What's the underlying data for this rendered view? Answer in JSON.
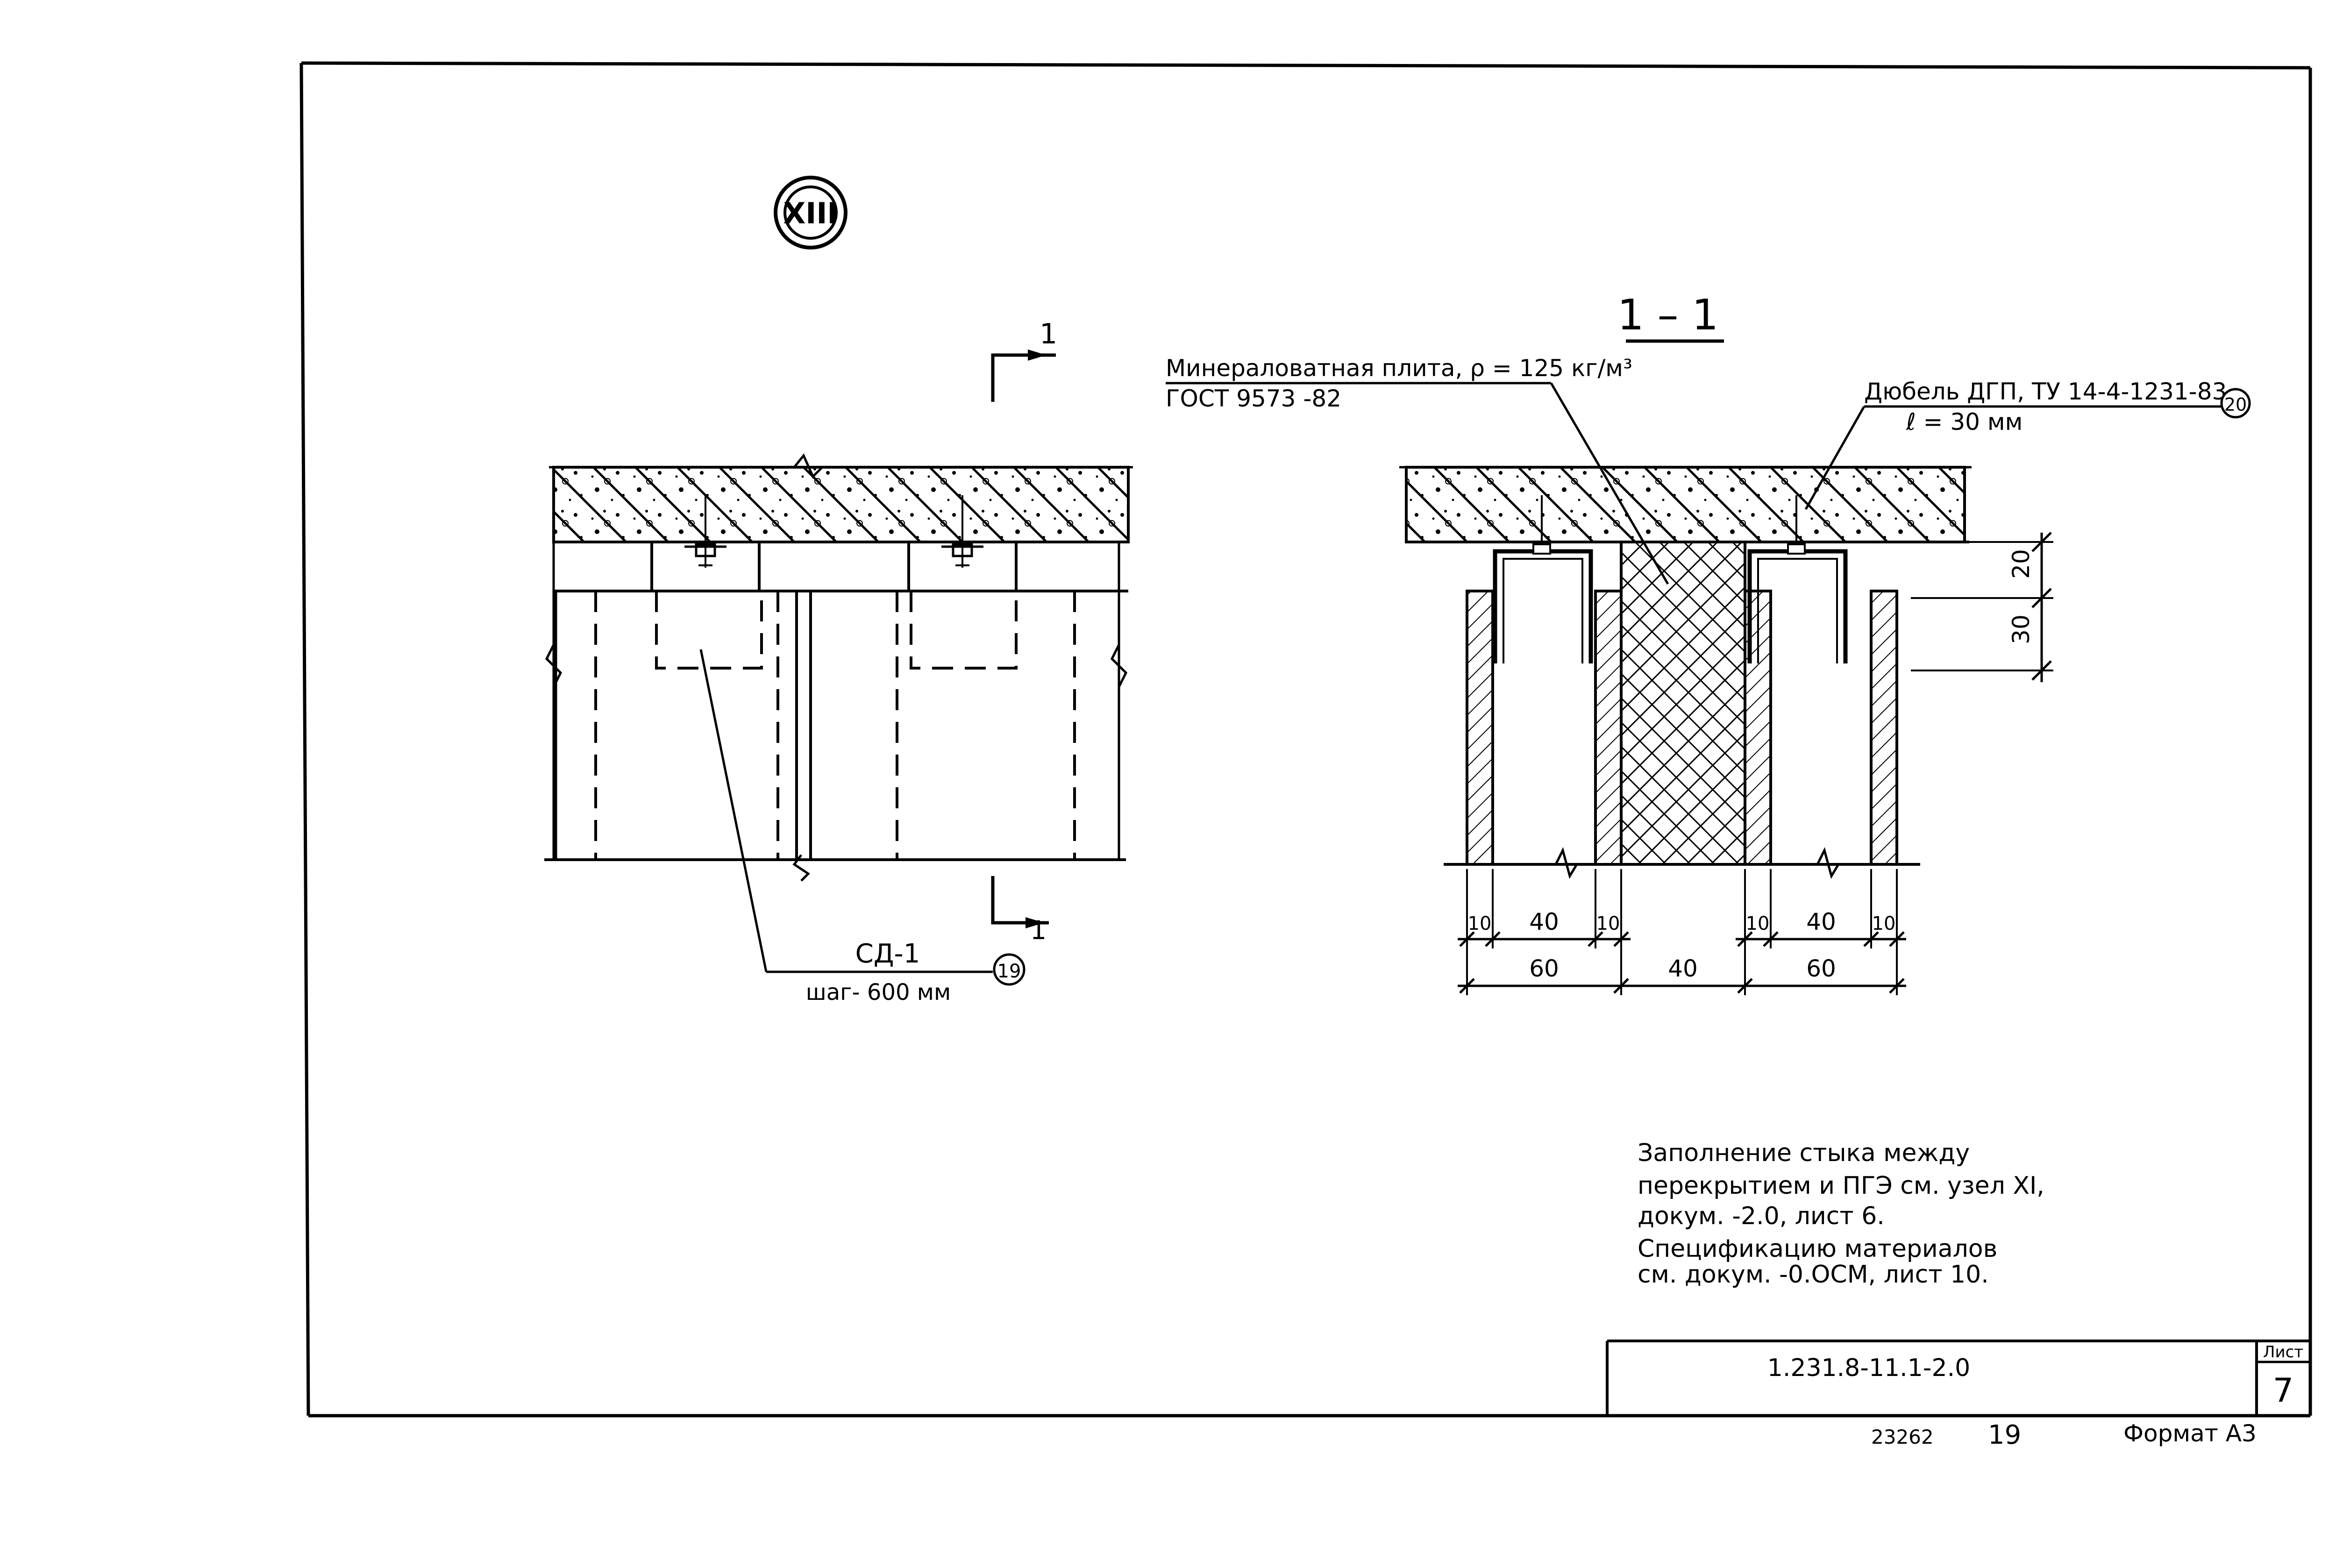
{
  "node_mark": "XIII",
  "section": {
    "title": "1 – 1",
    "cut_mark_top": "1",
    "cut_mark_bottom": "1"
  },
  "callouts": {
    "mineral_plate_line1": "Минераловатная плита, ρ = 125 кг/м³",
    "mineral_plate_line2": "ГОСТ 9573 -82",
    "dowel_line1": "Дюбель ДГП, ТУ 14-4-1231-83",
    "dowel_ref": "20",
    "dowel_line2": "ℓ = 30 мм",
    "sd_label": "СД-1",
    "sd_ref": "19",
    "sd_step": "шаг- 600 мм"
  },
  "dimensions": {
    "vertical_top": "20",
    "vertical_bottom": "30",
    "row1": [
      "10",
      "40",
      "10",
      "10",
      "40",
      "10"
    ],
    "row2": [
      "60",
      "40",
      "60"
    ]
  },
  "notes": [
    "Заполнение стыка между",
    "перекрытием и ПГЭ см. узел XI,",
    "докум. -2.0, лист 6.",
    "Спецификацию материалов",
    "см. докум.  -0.ОСМ, лист 10."
  ],
  "title_block": {
    "doc_code": "1.231.8-11.1-2.0",
    "sheet_label": "Лист",
    "sheet_number": "7",
    "inventory_no": "23262",
    "copy_no": "19",
    "format": "Формат А3"
  }
}
